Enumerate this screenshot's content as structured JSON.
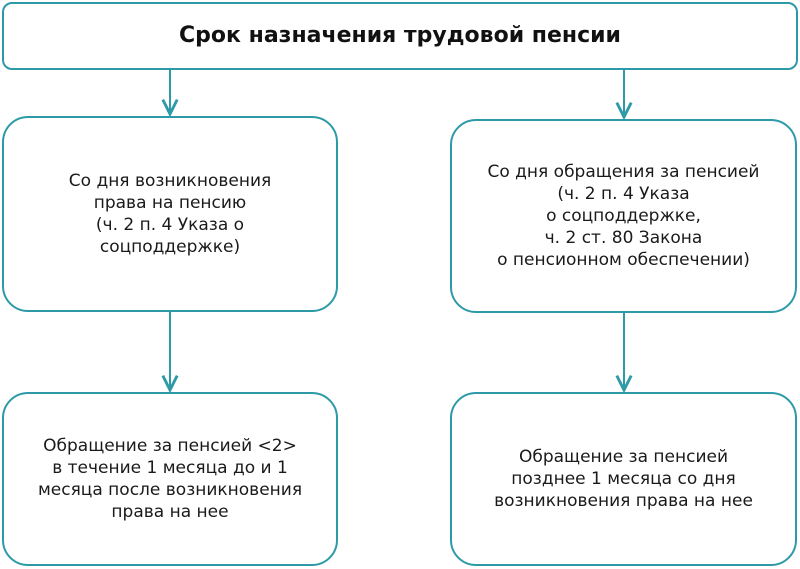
{
  "title": "Срок назначения трудовой пенсии",
  "left_branch": {
    "condition": "Со дня возникновения\nправа на пенсию\n(ч. 2 п. 4 Указа о\nсоцподдержке)",
    "outcome": "Обращение за пенсией <2>\nв течение 1 месяца до и 1\nмесяца после возникновения\nправа на нее"
  },
  "right_branch": {
    "condition": "Со дня обращения за пенсией\n(ч. 2 п. 4 Указа\nо соцподдержке,\nч. 2 ст. 80 Закона\nо пенсионном обеспечении)",
    "outcome": "Обращение за пенсией\nпозднее 1 месяца со дня\nвозникновения права на нее"
  },
  "colors": {
    "accent": "#2e9aa8",
    "text": "#1a1a1a",
    "background": "#ffffff"
  }
}
